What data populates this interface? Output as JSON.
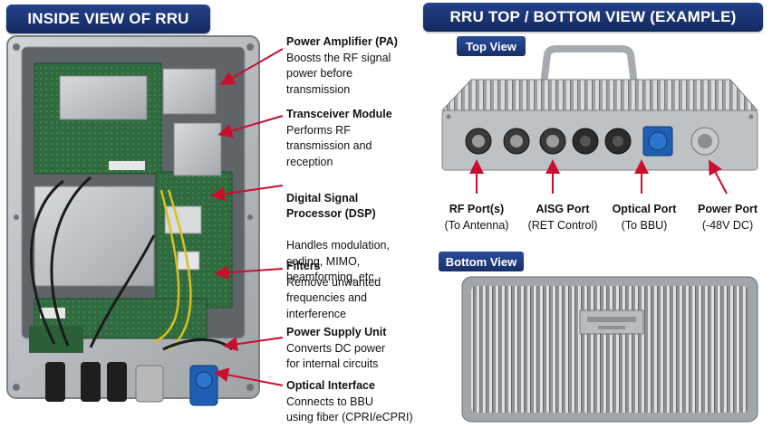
{
  "left_panel": {
    "title": "INSIDE VIEW OF RRU"
  },
  "right_panel": {
    "title": "RRU TOP / BOTTOM VIEW (EXAMPLE)"
  },
  "callouts": [
    {
      "title": "Power Amplifier (PA)",
      "desc": "Boosts the RF signal\npower before\ntransmission"
    },
    {
      "title": "Transceiver Module",
      "desc": "Performs RF\ntransmission and\nreception"
    },
    {
      "title": "Digital Signal\nProcessor (DSP)",
      "desc": "Handles modulation,\ncoding, MIMO,\nbeamforming, etc."
    },
    {
      "title": "Filters",
      "desc": "Remove unwanted\nfrequencies and\ninterference"
    },
    {
      "title": "Power Supply Unit",
      "desc": "Converts DC power\nfor internal circuits"
    },
    {
      "title": "Optical Interface",
      "desc": "Connects to BBU\nusing fiber (CPRI/eCPRI)"
    }
  ],
  "top_view": {
    "tag": "Top View",
    "ports": [
      {
        "title": "RF Port(s)",
        "sub": "(To Antenna)"
      },
      {
        "title": "AISG Port",
        "sub": "(RET Control)"
      },
      {
        "title": "Optical Port",
        "sub": "(To BBU)"
      },
      {
        "title": "Power Port",
        "sub": "(-48V DC)"
      }
    ]
  },
  "bottom_view": {
    "tag": "Bottom View"
  },
  "colors": {
    "banner": "#1b3370",
    "arrow": "#c8102e",
    "pcb": "#2f6b3f",
    "housing": "#b9bcbf",
    "optical_connector": "#1f5fb3"
  }
}
